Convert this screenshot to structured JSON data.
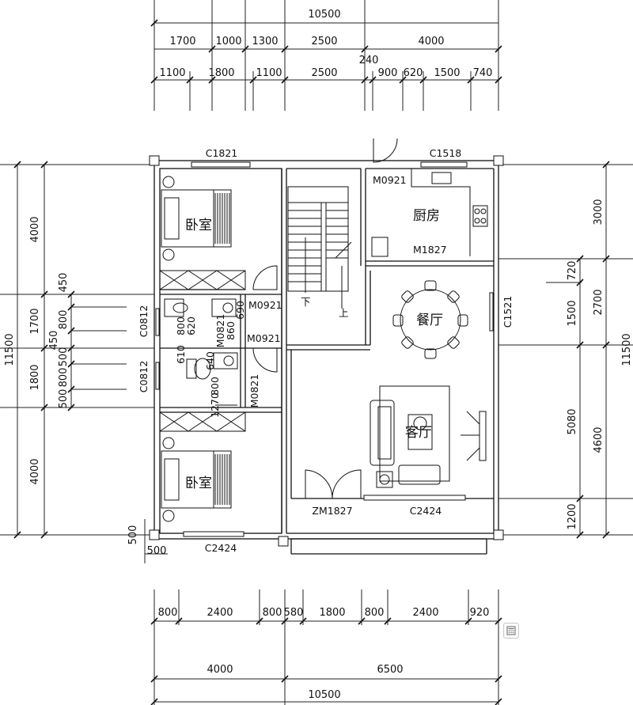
{
  "dims": {
    "top_total": "10500",
    "top_row1": [
      "1700",
      "1000",
      "1300",
      "2500",
      "4000"
    ],
    "top_row2": [
      "1100",
      "1800",
      "1100",
      "2500",
      "900",
      "620",
      "1500",
      "740"
    ],
    "top_extra": "240",
    "bottom_row1": [
      "800",
      "2400",
      "800",
      "580",
      "1800",
      "800",
      "2400",
      "920"
    ],
    "bottom_row2": [
      "4000",
      "6500"
    ],
    "bottom_total": "10500",
    "left_outer": [
      "4000",
      "1700",
      "1800",
      "4000"
    ],
    "left_total": "11500",
    "left_inner": [
      "450",
      "800",
      "450",
      "500",
      "800",
      "500"
    ],
    "left_small": [
      "500"
    ],
    "bottom_small": [
      "500"
    ],
    "right_inner": [
      "720",
      "1500",
      "5080",
      "1200"
    ],
    "right_outer": [
      "3000",
      "2700",
      "4600"
    ],
    "right_total": "11500"
  },
  "rooms": {
    "bedroom_top": "卧室",
    "bedroom_bottom": "卧室",
    "kitchen": "厨房",
    "dining": "餐厅",
    "living": "客厅"
  },
  "stairs": {
    "down": "下",
    "up": "上"
  },
  "labels": {
    "c1821": "C1821",
    "c1518": "C1518",
    "m0921_kitchen": "M0921",
    "m1827": "M1827",
    "m0921_a": "M0921",
    "m0921_b": "M0921",
    "c0812_a": "C0812",
    "c0812_b": "C0812",
    "m0821_a": "M0821",
    "m0821_b": "M0821",
    "c1521": "C1521",
    "zm1827": "ZM1827",
    "c2424_living": "C2424",
    "c2424_bed": "C2424",
    "bath_dims_a": [
      "800",
      "620",
      "860",
      "690"
    ],
    "bath_dims_b": [
      "640",
      "610",
      "800",
      "1270"
    ]
  },
  "icons": {
    "canvas_button": "calculator-icon"
  }
}
